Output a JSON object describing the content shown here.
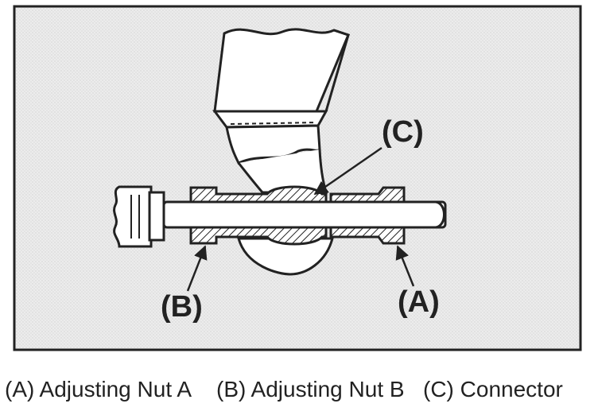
{
  "diagram": {
    "callouts": {
      "a": "(A)",
      "b": "(B)",
      "c": "(C)"
    }
  },
  "legend": {
    "items": [
      "(A) Adjusting Nut A",
      "(B) Adjusting Nut B",
      "(C) Connector"
    ]
  },
  "colors": {
    "stroke": "#222222",
    "frame_fill": "#f0f0f0",
    "part_fill": "#ffffff"
  }
}
